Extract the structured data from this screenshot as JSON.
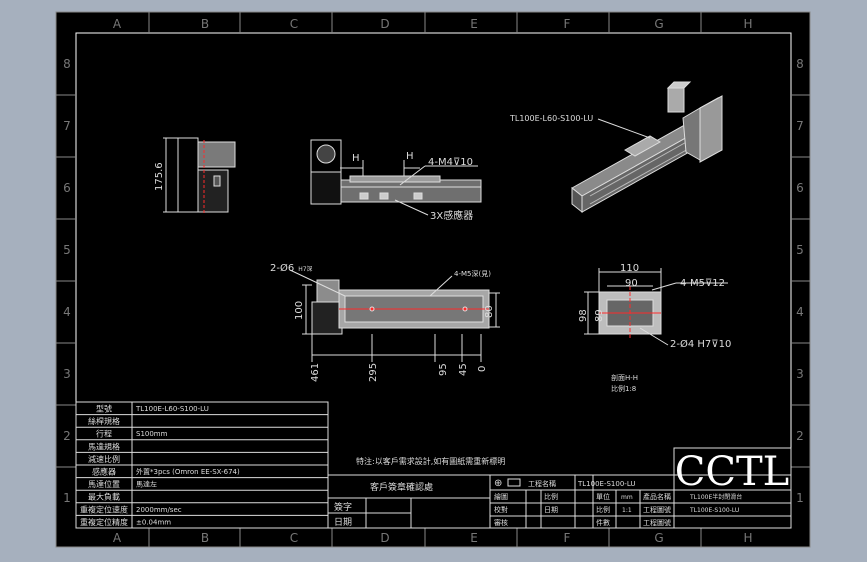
{
  "frame": {
    "columns": [
      "A",
      "B",
      "C",
      "D",
      "E",
      "F",
      "G",
      "H"
    ],
    "rows": [
      "8",
      "7",
      "6",
      "5",
      "4",
      "3",
      "2",
      "1"
    ]
  },
  "views": {
    "side_dim": "175.6",
    "front_h_mark": "H",
    "front_thread_note": "4-M4",
    "front_thread_depth": "10",
    "front_sensor_note": "3X感應器",
    "iso_model_label": "TL100E-L60-S100-LU",
    "plan_hole_note_a": "2-Ø6",
    "plan_hole_note_b": "H7深",
    "plan_thread_note": "4-M5深(見)",
    "plan_dim_100": "100",
    "plan_dim_80": "80",
    "plan_dim_461": "461",
    "plan_dim_295": "295",
    "plan_dim_95": "95",
    "plan_dim_45": "45",
    "plan_dim_0": "0",
    "section_dim_110": "110",
    "section_dim_90": "90",
    "section_dim_98": "98",
    "section_dim_89": "89",
    "section_thread_note": "4-M5",
    "section_thread_depth": "12",
    "section_hole_note": "2-Ø4 H7",
    "section_hole_depth": "10",
    "section_caption": "剖面H-H",
    "section_scale": "比例1:8"
  },
  "spec_table": {
    "rows": [
      {
        "label": "型號",
        "value": "TL100E-L60-S100-LU"
      },
      {
        "label": "絲桿規格",
        "value": ""
      },
      {
        "label": "行程",
        "value": "S100mm"
      },
      {
        "label": "馬達規格",
        "value": ""
      },
      {
        "label": "減速比例",
        "value": ""
      },
      {
        "label": "感應器",
        "value": "外置*3pcs (Omron EE-SX-674)"
      },
      {
        "label": "馬達位置",
        "value": "馬達左"
      },
      {
        "label": "最大負載",
        "value": ""
      },
      {
        "label": "重複定位速度",
        "value": "2000mm/sec"
      },
      {
        "label": "重複定位精度",
        "value": "±0.04mm"
      }
    ]
  },
  "notes": {
    "special_note": "特注:以客戶需求設計,如有圖紙需重新標明",
    "customer_confirm": "客戶簽章確認處",
    "sign_label": "簽字",
    "date_label": "日期"
  },
  "title_block": {
    "project_name_label": "工程名稱",
    "project_name_value": "TL100E-S100-LU",
    "drawn_label": "繪圖",
    "scale_label": "比例",
    "scale_value": "1:1",
    "unit_label": "單位",
    "unit_value": "mm",
    "check_label": "校對",
    "date_label": "日期",
    "approve_label": "審核",
    "sheet_label": "件數",
    "product_name_label": "產品名稱",
    "product_name_value": "TL100E半封閉滑台",
    "drawing_no_label": "工程圖號",
    "drawing_no_value": "TL100E-S100-LU",
    "company_label": "工程圖號",
    "logo": "CCTL",
    "angle_mark": "⊕"
  },
  "colors": {
    "background": "#a6b0be",
    "sheet": "#000000",
    "line": "#ffffff",
    "body": "#c9c9c9",
    "red": "#ff2a2a",
    "dim": "#e6e6e6"
  }
}
